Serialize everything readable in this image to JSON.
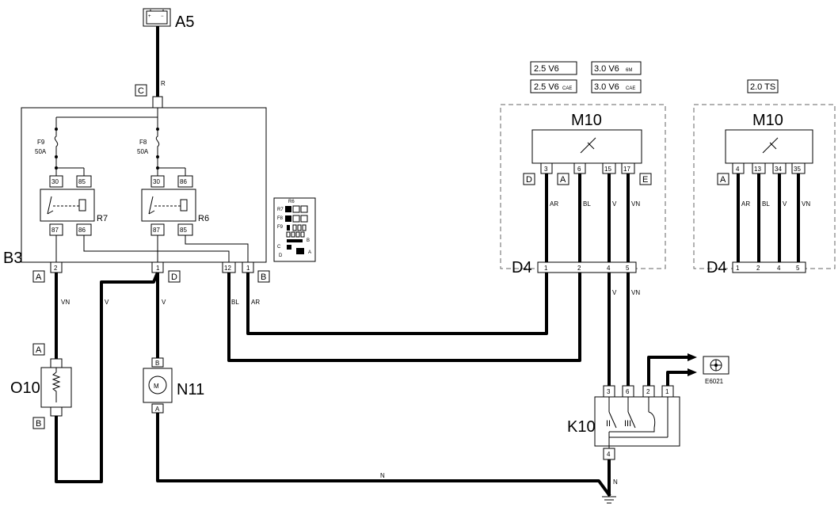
{
  "components": {
    "a5": "A5",
    "b3": "B3",
    "r7": "R7",
    "r6": "R6",
    "o10": "O10",
    "n11": "N11",
    "k10": "K10",
    "d4_left": "D4",
    "d4_right": "D4",
    "m10_left": "M10",
    "m10_right": "M10",
    "e6021": "E6021",
    "f9": "F9",
    "f9_rating": "50A",
    "f8": "F8",
    "f8_rating": "50A"
  },
  "connectors": {
    "c": "C",
    "a_b3": "A",
    "d_b3": "D",
    "b_b3": "B",
    "o10_top": "A",
    "o10_bottom": "B",
    "n11_top": "B",
    "n11_bottom": "A",
    "m10_d": "D",
    "m10_a": "A",
    "m10_e": "E",
    "m10r_a": "A"
  },
  "pins": {
    "r7": [
      "30",
      "85",
      "87",
      "86"
    ],
    "r6": [
      "30",
      "86",
      "87",
      "85"
    ],
    "b3_out": [
      "2",
      "1",
      "12",
      "1"
    ],
    "m10_left": [
      "3",
      "6",
      "15",
      "17"
    ],
    "m10_right": [
      "4",
      "13",
      "34",
      "35"
    ],
    "d4_left": [
      "1",
      "2",
      "4",
      "5"
    ],
    "d4_right": [
      "1",
      "2",
      "4",
      "5"
    ],
    "k10_top": [
      "3",
      "6",
      "2",
      "1"
    ],
    "k10_bottom": "4",
    "k10_sw": [
      "II",
      "III"
    ]
  },
  "wires": {
    "r": "R",
    "vn": "VN",
    "v": "V",
    "bl": "BL",
    "ar": "AR",
    "n": "N"
  },
  "variants": {
    "v1": "2.5 V6",
    "v2": "3.0 V6",
    "v2_sub": "6M",
    "v3": "2.5 V6",
    "v3_sub": "CAE",
    "v4": "3.0 V6",
    "v4_sub": "CAE",
    "v5": "2.0 TS"
  },
  "inset": {
    "title": "R6",
    "r7": "R7",
    "f8": "F8",
    "f9": "F9",
    "c": "C",
    "d": "D",
    "b": "B",
    "a": "A"
  },
  "icons": [
    "battery-icon",
    "motor-icon",
    "fan-icon",
    "ground-icon",
    "injector-icon"
  ]
}
